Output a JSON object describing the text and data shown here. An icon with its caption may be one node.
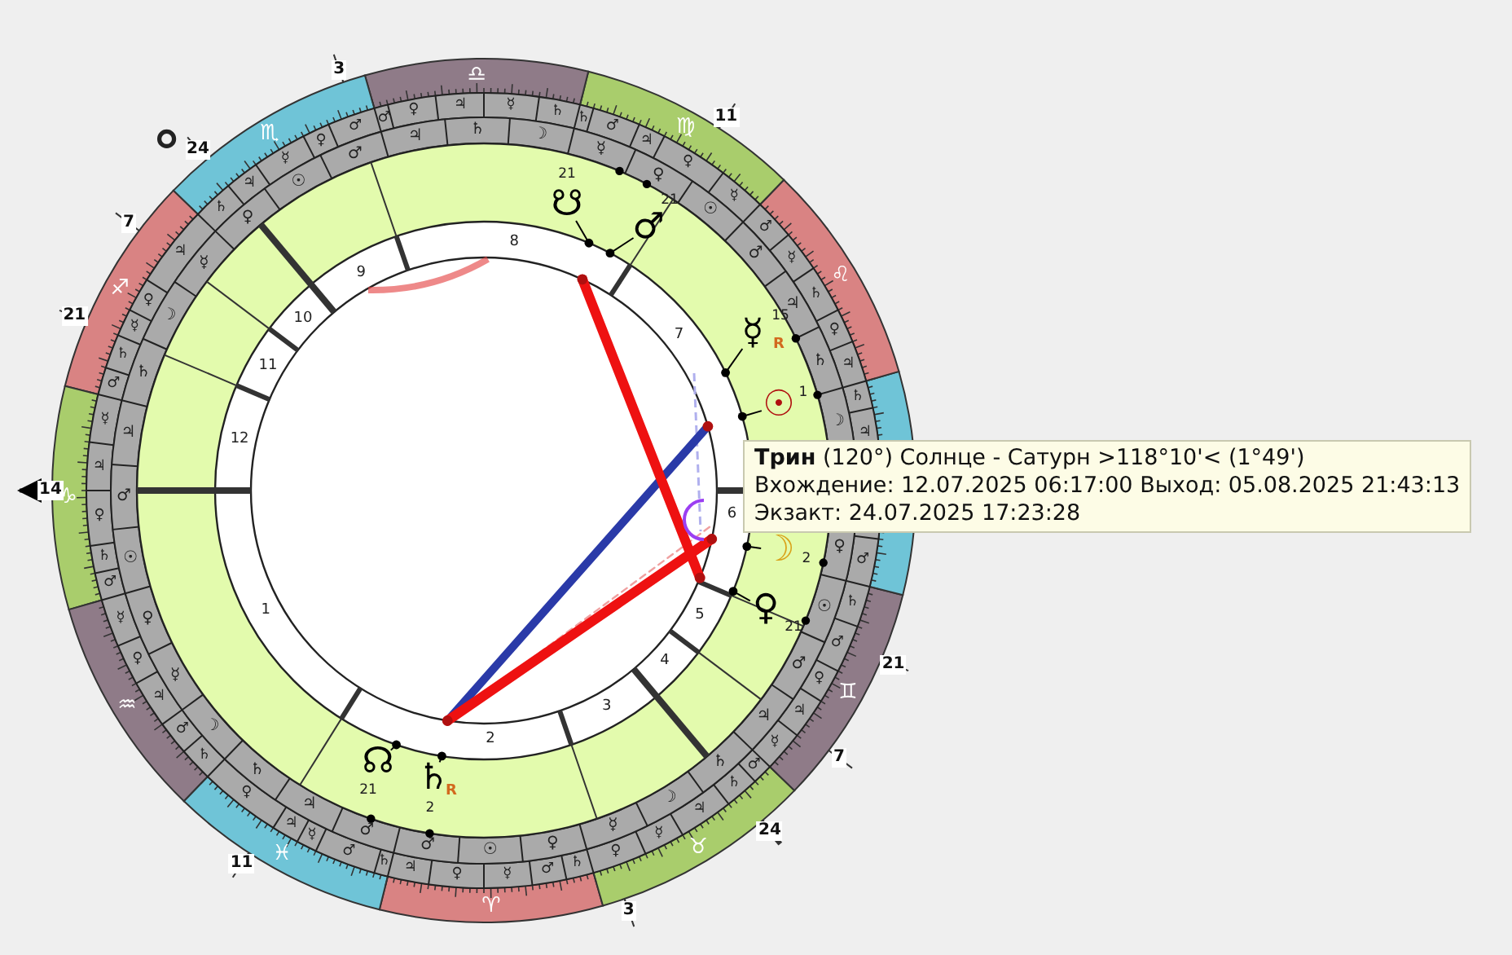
{
  "diagram": {
    "nodes": [
      {
        "text": [
          "**Трин** (120°) Солнце - Сатурн >118°10'< (1°49')",
          "Вхождение: 12.07.2025 06:17:00 Выход: 05.08.2025 21:43:13",
          "Экзакт: 24.07.2025 17:23:28"
        ]
      },
      {
        "text": [
          "21",
          "☋"
        ]
      },
      {
        "text": [
          "21",
          "♂"
        ]
      },
      {
        "text": [
          "☿",
          "15",
          "R"
        ]
      },
      {
        "text": [
          "☉",
          "1"
        ]
      },
      {
        "text": [
          "☽",
          "2"
        ]
      },
      {
        "text": [
          "♀",
          "21"
        ]
      },
      {
        "text": [
          "☊",
          "21"
        ]
      },
      {
        "text": [
          "♄",
          "2",
          "R"
        ]
      }
    ],
    "edges": [
      {
        "from": 1,
        "to": null,
        "arrow": "other"
      },
      {
        "from": 2,
        "to": null,
        "arrow": "other"
      },
      {
        "from": 3,
        "to": null,
        "arrow": "other"
      },
      {
        "from": 4,
        "to": null,
        "arrow": "other"
      },
      {
        "from": 5,
        "to": null,
        "arrow": "other"
      },
      {
        "from": 6,
        "to": null,
        "arrow": "other"
      },
      {
        "from": 7,
        "to": null,
        "arrow": "other"
      },
      {
        "from": 8,
        "to": null,
        "arrow": "other"
      }
    ],
    "labels": [
      "3",
      "11",
      "24",
      "7",
      "21",
      "14",
      "21",
      "7",
      "24",
      "11",
      "3",
      "♈",
      "♉",
      "♊",
      "♌",
      "♍",
      "♎",
      "♏",
      "♐",
      "♑",
      "♒",
      "♓",
      "1",
      "2",
      "3",
      "4",
      "5",
      "6",
      "7",
      "8",
      "9",
      "10",
      "11",
      "12",
      "♂",
      "☉",
      "♀",
      "☿",
      "☽",
      "♄",
      "♃",
      "♂",
      "☉",
      "♀",
      "☽",
      "♄",
      "♃",
      "♂",
      "☉",
      "♀",
      "☿",
      "☽",
      "♄",
      "♃",
      "♂",
      "☉",
      "♀",
      "☿",
      "☽",
      "♄",
      "♃",
      "♂",
      "☉",
      "♀",
      "☿",
      "☽",
      "♄",
      "♃",
      "♂",
      "♃",
      "♀",
      "☿",
      "♂",
      "♄",
      "♀",
      "☿",
      "♃",
      "♄",
      "♂",
      "☿",
      "♃",
      "♀",
      "♂",
      "♄",
      "♂",
      "♃",
      "♄",
      "♃",
      "♀",
      "♄",
      "☿",
      "♂",
      "☿",
      "♀",
      "♃",
      "♂",
      "♄",
      "♄",
      "☿",
      "♃",
      "♀",
      "♂",
      "♂",
      "♀",
      "☿",
      "♃",
      "♄",
      "♃",
      "♀",
      "☿",
      "♄",
      "♂",
      "☿",
      "♃",
      "♀",
      "♄",
      "♂",
      "☿",
      "♀",
      "♃",
      "♂",
      "♄",
      "♀",
      "♃",
      "☿",
      "♂",
      "♄"
    ]
  }
}
